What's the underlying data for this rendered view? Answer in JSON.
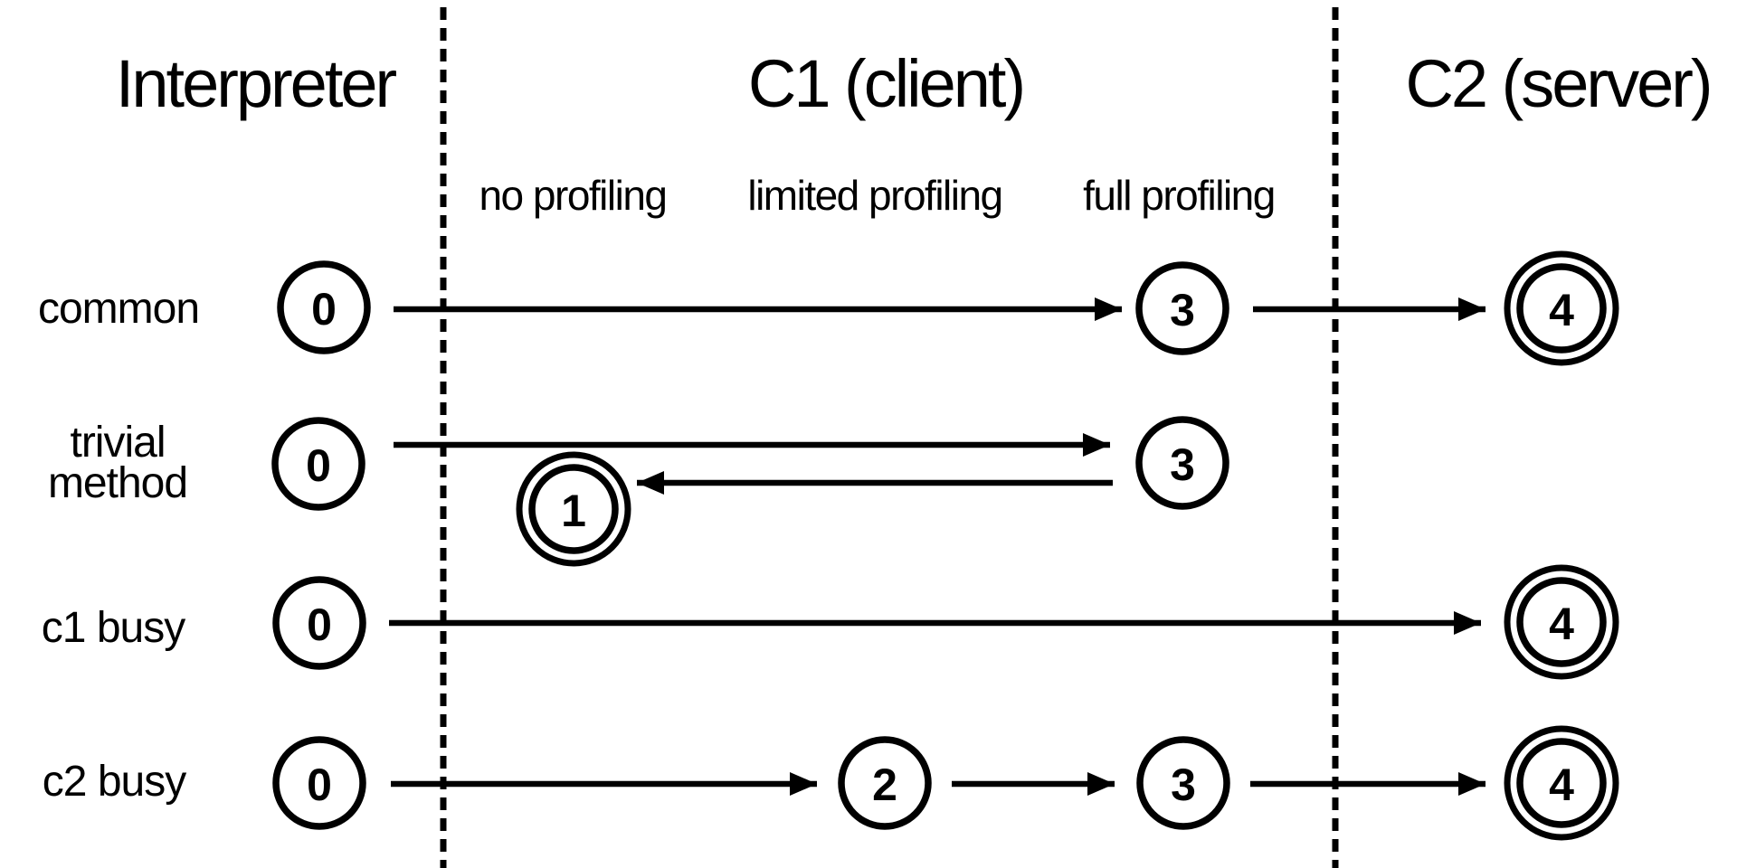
{
  "diagram": {
    "columns": [
      {
        "label": "Interpreter"
      },
      {
        "label": "C1 (client)"
      },
      {
        "label": "C2 (server)"
      }
    ],
    "c1_sublabels": [
      {
        "label": "no profiling"
      },
      {
        "label": "limited profiling"
      },
      {
        "label": "full profiling"
      }
    ],
    "rows": [
      {
        "label": "common",
        "states": [
          {
            "value": "0",
            "final": false
          },
          {
            "value": "3",
            "final": false
          },
          {
            "value": "4",
            "final": true
          }
        ]
      },
      {
        "label": "trivial method",
        "label_line1": "trivial",
        "label_line2": "method",
        "states": [
          {
            "value": "0",
            "final": false
          },
          {
            "value": "3",
            "final": false
          },
          {
            "value": "1",
            "final": true
          }
        ]
      },
      {
        "label": "c1 busy",
        "states": [
          {
            "value": "0",
            "final": false
          },
          {
            "value": "4",
            "final": true
          }
        ]
      },
      {
        "label": "c2 busy",
        "states": [
          {
            "value": "0",
            "final": false
          },
          {
            "value": "2",
            "final": false
          },
          {
            "value": "3",
            "final": false
          },
          {
            "value": "4",
            "final": true
          }
        ]
      }
    ],
    "colors": {
      "ink": "#000000",
      "background": "#ffffff"
    }
  }
}
